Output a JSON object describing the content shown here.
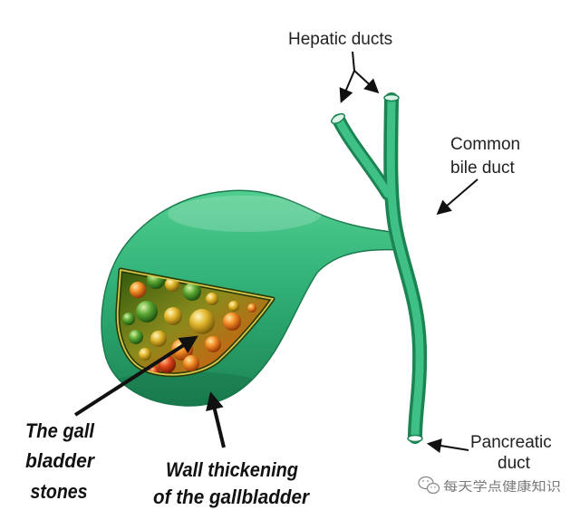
{
  "labels": {
    "hepatic_ducts": "Hepatic ducts",
    "common_bile_duct": [
      "Common",
      "bile duct"
    ],
    "pancreatic_duct": [
      "Pancreatic",
      "duct"
    ],
    "gallbladder_stones": [
      "The gall",
      "bladder",
      "stones"
    ],
    "wall_thickening": [
      "Wall thickening",
      "of the gallbladder"
    ]
  },
  "watermark": {
    "icon": "wechat-icon",
    "text": "每天学点健康知识"
  },
  "colors": {
    "organ_light": "#52cf90",
    "organ": "#30b077",
    "organ_dark": "#1c8453",
    "stone_window_outline": "#d6c84a",
    "arrow": "#111111",
    "watermark": "#7a7a7a"
  }
}
